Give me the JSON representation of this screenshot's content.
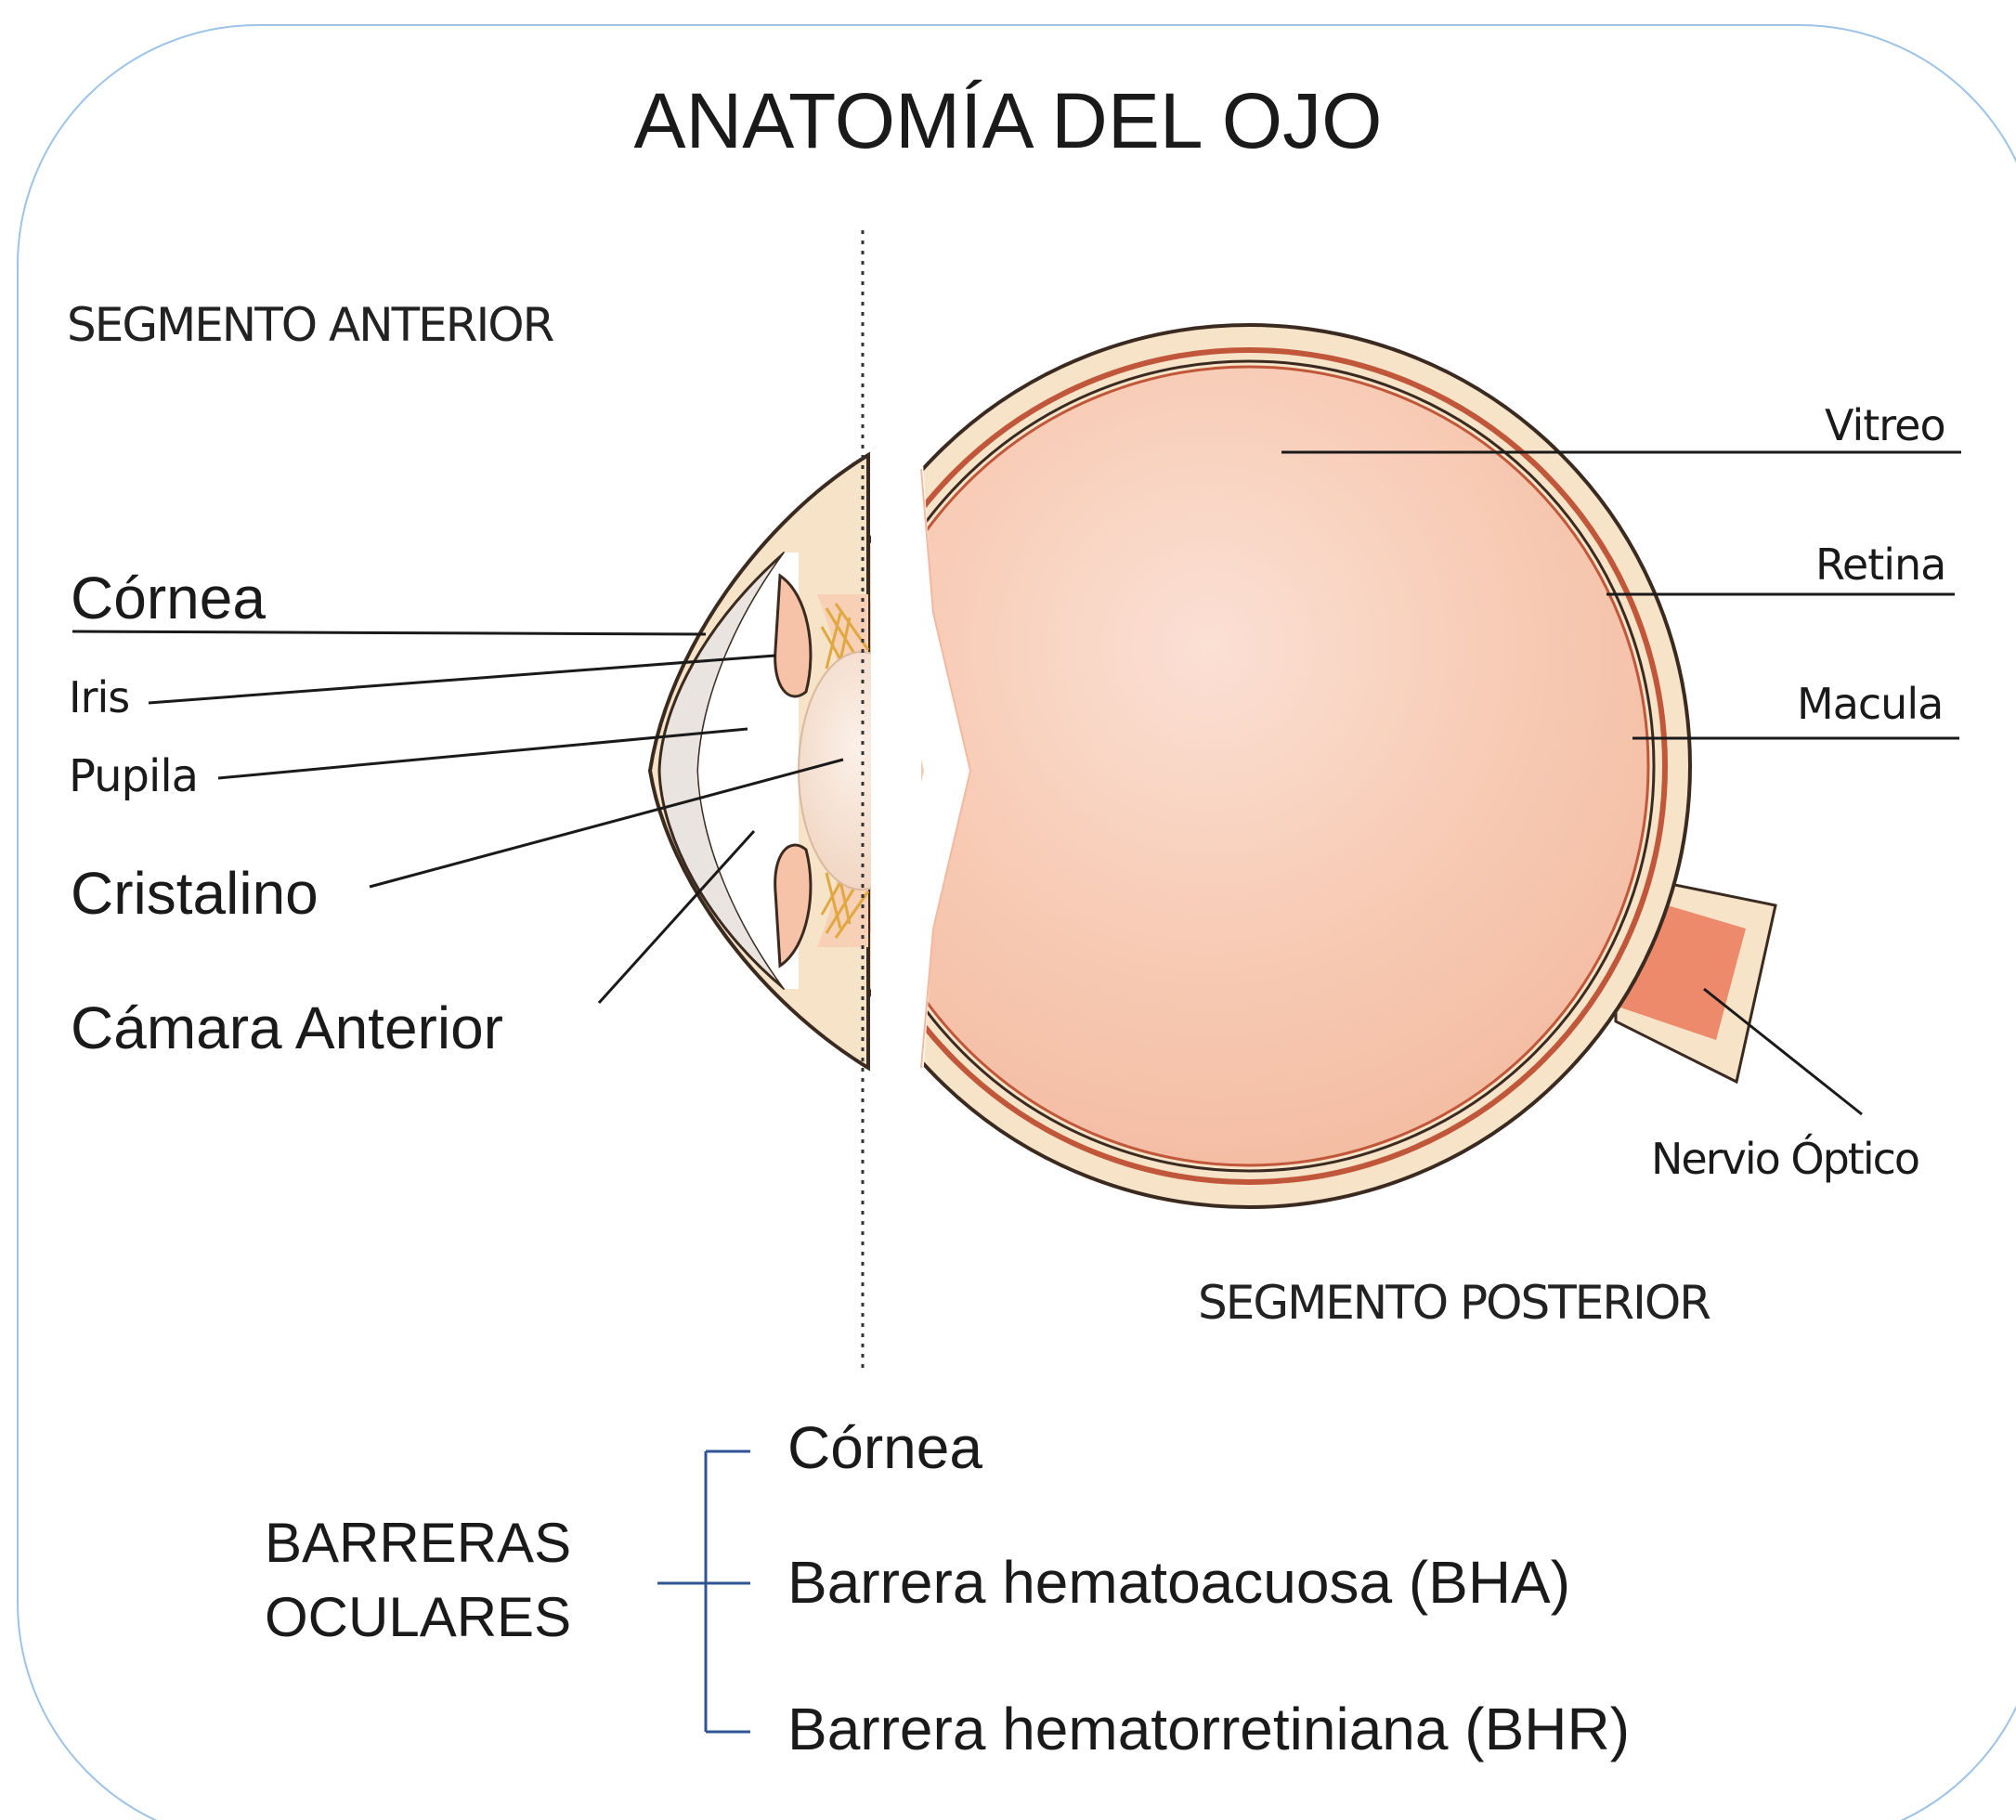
{
  "title": "ANATOMÍA DEL OJO",
  "segments": {
    "anterior": "SEGMENTO ANTERIOR",
    "posterior": "SEGMENTO POSTERIOR"
  },
  "left_labels": {
    "cornea": "Córnea",
    "iris": "Iris",
    "pupila": "Pupila",
    "cristalino": "Cristalino",
    "camara_anterior": "Cámara Anterior"
  },
  "right_labels": {
    "vitreo": "Vitreo",
    "retina": "Retina",
    "macula": "Macula",
    "nervio_optico": "Nervio Óptico"
  },
  "barriers": {
    "heading_line1": "BARRERAS",
    "heading_line2": "OCULARES",
    "items": [
      "Córnea",
      "Barrera hematoacuosa (BHA)",
      "Barrera hematorretiniana (BHR)"
    ]
  },
  "colors": {
    "frame_border": "#9dc3e6",
    "bracket": "#2f5597",
    "sclera": "#f7e3c8",
    "eye_fill": "#f6c3a8",
    "retina_line": "#c0573a",
    "optic_nerve": "#ec8a6b",
    "lens": "#f3dbc8",
    "zonules": "#e0a840"
  }
}
